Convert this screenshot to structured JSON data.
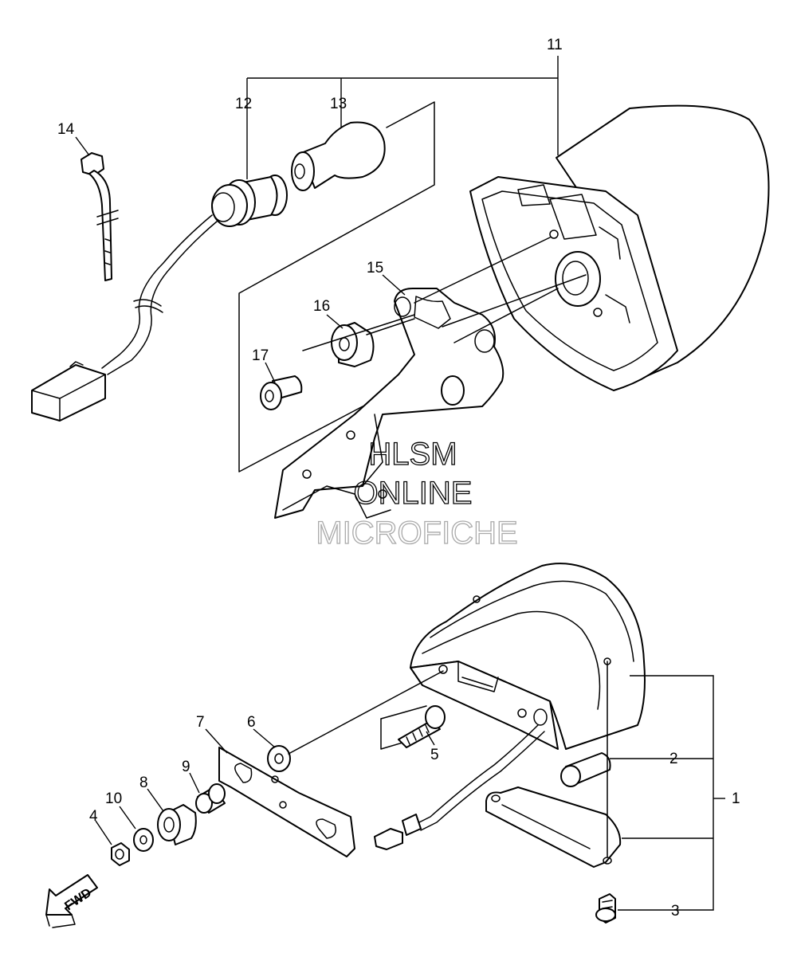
{
  "callouts": {
    "c1": "1",
    "c2": "2",
    "c3": "3",
    "c4": "4",
    "c5": "5",
    "c6": "6",
    "c7": "7",
    "c8": "8",
    "c9": "9",
    "c10": "10",
    "c11": "11",
    "c12": "12",
    "c13": "13",
    "c14": "14",
    "c15": "15",
    "c16": "16",
    "c17": "17"
  },
  "watermark": {
    "line1": "HLSM",
    "line2": "ONLINE",
    "line3": "MICROFICHE"
  },
  "direction_arrow": {
    "label": "FWD"
  },
  "colors": {
    "line": "#000000",
    "background": "#ffffff",
    "watermark_light": "#aaaaaa"
  }
}
